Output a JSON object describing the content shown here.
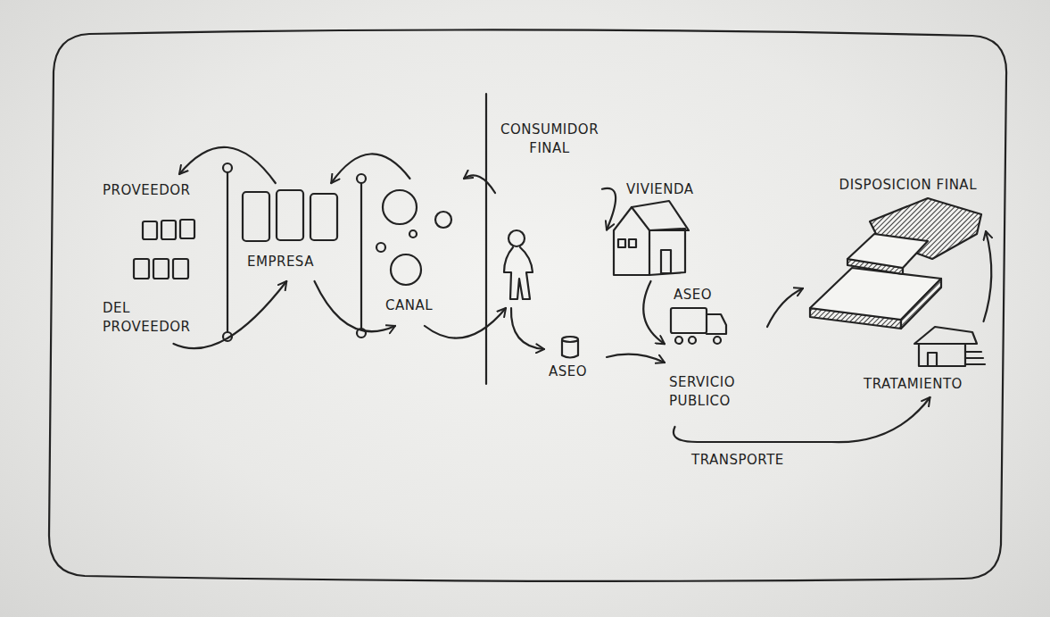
{
  "diagram": {
    "nodes": [
      {
        "text": [
          "PROVEEDOR",
          "DEL PROVEEDOR"
        ]
      },
      {
        "text": [
          "EMPRESA"
        ]
      },
      {
        "text": [
          "CANAL"
        ]
      },
      {
        "text": [
          "CONSUMIDOR FINAL"
        ]
      },
      {
        "text": [
          "VIVIENDA"
        ]
      },
      {
        "text": [
          "ASEO"
        ]
      },
      {
        "text": [
          "ASEO",
          "SERVICIO PUBLICO"
        ]
      },
      {
        "text": [
          "DISPOSICION FINAL"
        ]
      },
      {
        "text": [
          "TRATAMIENTO"
        ]
      }
    ],
    "edges": [
      {
        "from": 0,
        "to": 1,
        "arrow": "to"
      },
      {
        "from": 1,
        "to": 0,
        "arrow": "to"
      },
      {
        "from": 1,
        "to": 2,
        "arrow": "to"
      },
      {
        "from": 2,
        "to": 1,
        "arrow": "to"
      },
      {
        "from": 2,
        "to": 3,
        "arrow": "to"
      },
      {
        "from": 3,
        "to": 2,
        "arrow": "to"
      },
      {
        "from": 3,
        "to": 4,
        "arrow": "to"
      },
      {
        "from": 3,
        "to": 5,
        "arrow": "to"
      },
      {
        "from": 4,
        "to": 6,
        "arrow": "to"
      },
      {
        "from": 5,
        "to": 6,
        "arrow": "to"
      },
      {
        "from": 6,
        "to": 7,
        "arrow": "to"
      },
      {
        "from": 8,
        "to": 7,
        "arrow": "to"
      },
      {
        "from": 6,
        "to": 8,
        "label": "TRANSPORTE",
        "arrow": "to"
      }
    ]
  }
}
